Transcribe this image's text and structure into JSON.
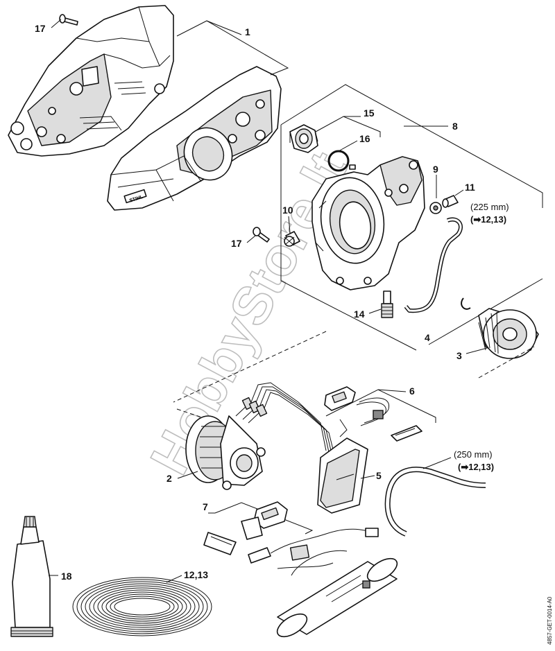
{
  "labels": {
    "p1": "1",
    "p2": "2",
    "p3": "3",
    "p4": "4",
    "p5": "5",
    "p6": "6",
    "p7": "7",
    "p8": "8",
    "p9": "9",
    "p10": "10",
    "p11": "11",
    "p14": "14",
    "p15": "15",
    "p16": "16",
    "p17a": "17",
    "p17b": "17",
    "p18": "18",
    "p1213": "12,13"
  },
  "notes": {
    "len_225": "(225 mm)",
    "ref_225": "(➡12,13)",
    "len_250": "(250 mm)",
    "ref_250": "(➡12,13)"
  },
  "drawing_code": "4857-GET-0014-A0",
  "watermark": "HobbyStore.lt",
  "housing_brand": "STIHL"
}
